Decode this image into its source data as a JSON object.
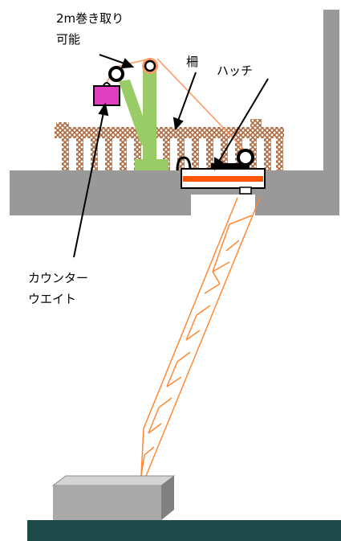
{
  "labels": {
    "winch_line1": "2m巻き取り",
    "winch_line2": "可能",
    "fence": "柵",
    "hatch": "ハッチ",
    "counterweight_line1": "カウンター",
    "counterweight_line2": "ウエイト"
  },
  "colors": {
    "structure_gray": "#999999",
    "crane_green": "#99CC66",
    "rope_orange": "#FF9966",
    "ladder_orange": "#FF8833",
    "hatch_orange": "#FF5500",
    "counterweight_magenta": "#E040C0",
    "fence_brown": "#C07C56",
    "floor_dark": "#1E4A4A"
  }
}
